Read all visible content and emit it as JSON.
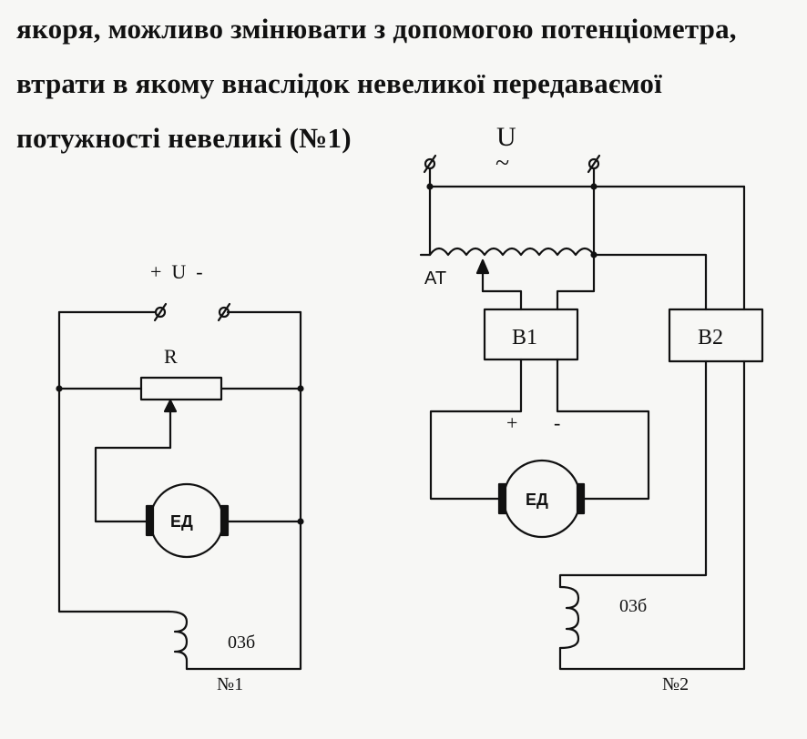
{
  "text": {
    "line1": "якоря, можливо змінювати з допомогою потенціометра,",
    "line2": "втрати в якому внаслідок невеликої передаваємої",
    "line3": "потужності невеликі (№1)"
  },
  "circuit1": {
    "supply_label": "+  U  -",
    "resistor_label": "R",
    "motor_label": "ЕД",
    "coil_label": "03б",
    "caption": "№1"
  },
  "circuit2": {
    "supply_label": "U",
    "supply_symbol": "~",
    "autotransformer_label": "AT",
    "b1_label": "B1",
    "b2_label": "B2",
    "plus_label": "+",
    "minus_label": "-",
    "motor_label": "ЕД",
    "coil_label": "03б",
    "caption": "№2"
  }
}
